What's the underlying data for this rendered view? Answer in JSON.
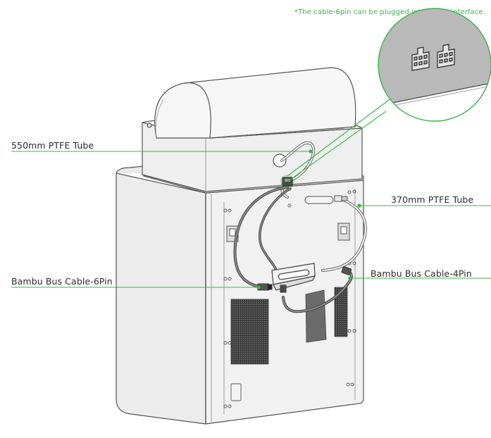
{
  "note": "*The cable-6pin can be plugged into either interface.",
  "labels": {
    "ptfe_550": "550mm PTFE Tube",
    "ptfe_370": "370mm PTFE Tube",
    "cable_6pin": "Bambu Bus Cable-6Pin",
    "cable_4pin": "Bambu Bus Cable-4Pin"
  },
  "colors": {
    "accent": "#3ab54a",
    "line": "#555555",
    "fill": "#f1f1f1",
    "dark": "#3c3c3c",
    "zoom_fill": "#b9b9b9"
  },
  "icons": [
    "connector-port-icon",
    "connector-port-icon"
  ]
}
